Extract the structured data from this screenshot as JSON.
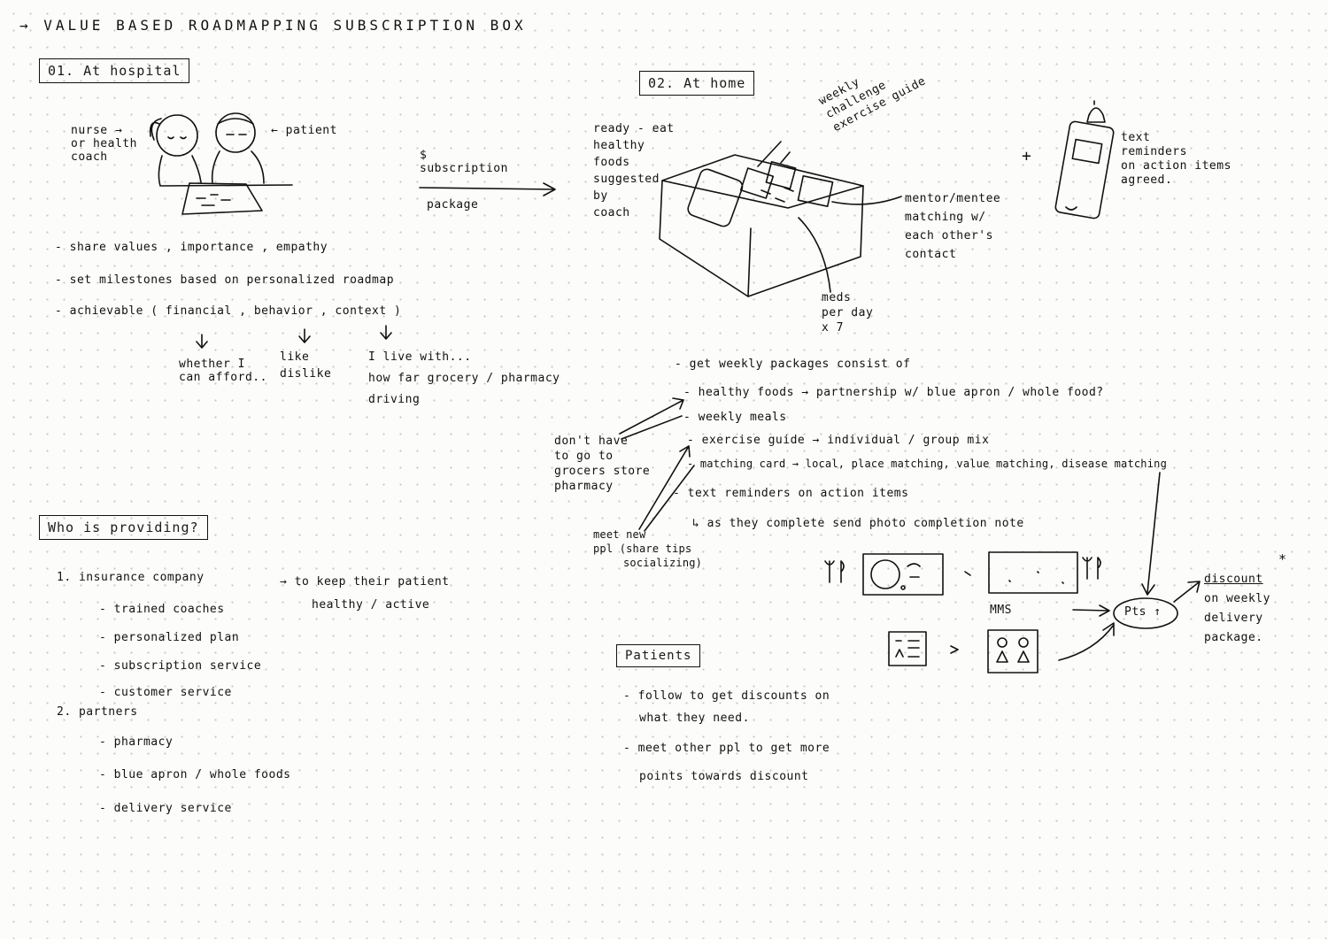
{
  "title": "→ VALUE BASED ROADMAPPING SUBSCRIPTION BOX",
  "hospital": {
    "heading": "01. At hospital",
    "nurse_label": [
      "nurse →",
      "or health",
      "coach"
    ],
    "patient_label": "← patient",
    "subscription_label": [
      "$",
      "subscription"
    ],
    "package_label": "package",
    "bullets": [
      "- share values , importance , empathy",
      "- set milestones based on personalized roadmap",
      "- achievable ( financial , behavior , context )"
    ],
    "sub_notes": [
      [
        "whether I",
        "can afford.."
      ],
      [
        "like",
        "dislike"
      ],
      [
        "I live with...",
        "how far grocery / pharmacy",
        "driving"
      ]
    ]
  },
  "home": {
    "heading": "02. At home",
    "food_label": [
      "ready - eat",
      "healthy",
      "foods",
      "suggested",
      "by",
      "coach"
    ],
    "challenge_label": [
      "weekly",
      "challenge",
      "exercise guide"
    ],
    "mentor_label": [
      "mentor/mentee",
      "matching w/",
      "each other's",
      "contact"
    ],
    "meds_label": [
      "meds",
      "per day",
      "x 7"
    ],
    "plus": "+",
    "text_label": [
      "text",
      "reminders",
      "on action items",
      "agreed."
    ]
  },
  "package": {
    "intro": "- get weekly packages consist of",
    "items": [
      "- healthy foods → partnership w/ blue apron / whole food?",
      "- weekly meals",
      "- exercise guide → individual / group mix",
      "- matching card → local, place matching, value matching, disease matching",
      "- text reminders on action items",
      "↳ as they complete send photo completion note"
    ],
    "left_note": [
      "don't have",
      "to go to",
      "grocers store",
      "pharmacy"
    ],
    "meet_note": [
      "meet new",
      "ppl (share tips",
      "socializing)"
    ]
  },
  "flow": {
    "mms": "MMS",
    "pts": "Pts ↑",
    "discount": [
      "discount",
      "on weekly",
      "delivery",
      "package."
    ],
    "star": "*"
  },
  "patients": {
    "heading": "Patients",
    "lines": [
      "- follow to get discounts on",
      "what they need.",
      "- meet other ppl to get more",
      "points towards discount"
    ]
  },
  "providers": {
    "heading": "Who is providing?",
    "insurance": "1. insurance company",
    "insurance_note": [
      "→ to keep their patient",
      "healthy / active"
    ],
    "insurance_items": [
      "- trained coaches",
      "- personalized plan",
      "- subscription service",
      "- customer service"
    ],
    "partners": "2. partners",
    "partner_items": [
      "- pharmacy",
      "- blue apron / whole foods",
      "- delivery service"
    ]
  }
}
